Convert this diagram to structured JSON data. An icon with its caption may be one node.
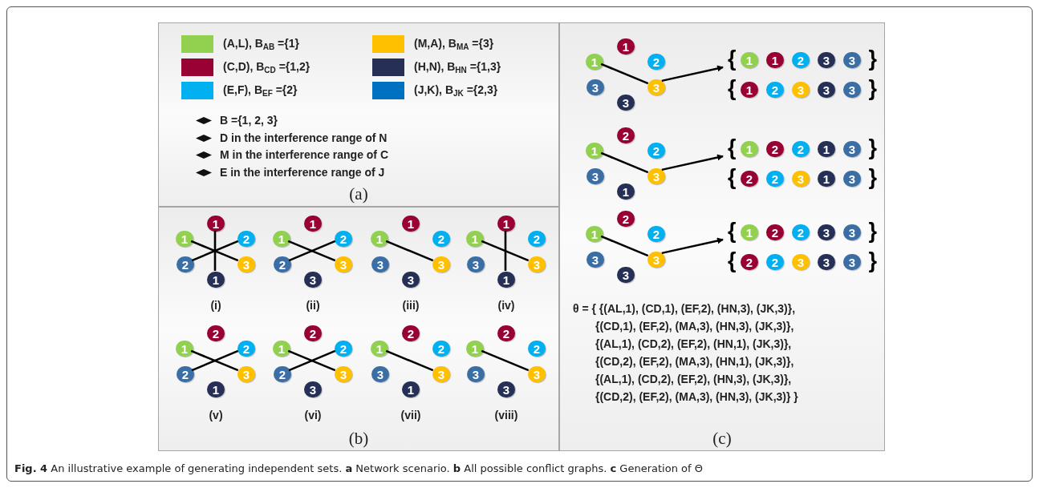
{
  "diagram": {
    "caption": "**Fig. 4** An illustrative example of generating independent sets. **a** Network scenario. **b** All possible conflict graphs. **c** Generation of Θ",
    "nodes": [
      {
        "text": [
          "(a)"
        ]
      },
      {
        "text": [
          "(b)"
        ]
      },
      {
        "text": [
          "(c)"
        ]
      },
      {
        "text": [
          "(i)"
        ],
        "in": 1
      },
      {
        "text": [
          "1"
        ],
        "in": 3
      },
      {
        "text": [
          "1"
        ],
        "in": 3
      },
      {
        "text": [
          "2"
        ],
        "in": 3
      },
      {
        "text": [
          "2"
        ],
        "in": 3
      },
      {
        "text": [
          "3"
        ],
        "in": 3
      },
      {
        "text": [
          "1"
        ],
        "in": 3
      },
      {
        "text": [
          "(ii)"
        ],
        "in": 1
      },
      {
        "text": [
          "1"
        ],
        "in": 10
      },
      {
        "text": [
          "1"
        ],
        "in": 10
      },
      {
        "text": [
          "2"
        ],
        "in": 10
      },
      {
        "text": [
          "2"
        ],
        "in": 10
      },
      {
        "text": [
          "3"
        ],
        "in": 10
      },
      {
        "text": [
          "3"
        ],
        "in": 10
      },
      {
        "text": [
          "(iii)"
        ],
        "in": 1
      },
      {
        "text": [
          "1"
        ],
        "in": 17
      },
      {
        "text": [
          "1"
        ],
        "in": 17
      },
      {
        "text": [
          "2"
        ],
        "in": 17
      },
      {
        "text": [
          "3"
        ],
        "in": 17
      },
      {
        "text": [
          "3"
        ],
        "in": 17
      },
      {
        "text": [
          "3"
        ],
        "in": 17
      },
      {
        "text": [
          "(iv)"
        ],
        "in": 1
      },
      {
        "text": [
          "1"
        ],
        "in": 24
      },
      {
        "text": [
          "1"
        ],
        "in": 24
      },
      {
        "text": [
          "2"
        ],
        "in": 24
      },
      {
        "text": [
          "3"
        ],
        "in": 24
      },
      {
        "text": [
          "3"
        ],
        "in": 24
      },
      {
        "text": [
          "1"
        ],
        "in": 24
      },
      {
        "text": [
          "(v)"
        ],
        "in": 1
      },
      {
        "text": [
          "2"
        ],
        "in": 31
      },
      {
        "text": [
          "1"
        ],
        "in": 31
      },
      {
        "text": [
          "2"
        ],
        "in": 31
      },
      {
        "text": [
          "2"
        ],
        "in": 31
      },
      {
        "text": [
          "3"
        ],
        "in": 31
      },
      {
        "text": [
          "1"
        ],
        "in": 31
      },
      {
        "text": [
          "(vi)"
        ],
        "in": 1
      },
      {
        "text": [
          "2"
        ],
        "in": 38
      },
      {
        "text": [
          "1"
        ],
        "in": 38
      },
      {
        "text": [
          "2"
        ],
        "in": 38
      },
      {
        "text": [
          "2"
        ],
        "in": 38
      },
      {
        "text": [
          "3"
        ],
        "in": 38
      },
      {
        "text": [
          "3"
        ],
        "in": 38
      },
      {
        "text": [
          "(vii)"
        ],
        "in": 1
      },
      {
        "text": [
          "2"
        ],
        "in": 45
      },
      {
        "text": [
          "1"
        ],
        "in": 45
      },
      {
        "text": [
          "2"
        ],
        "in": 45
      },
      {
        "text": [
          "3"
        ],
        "in": 45
      },
      {
        "text": [
          "3"
        ],
        "in": 45
      },
      {
        "text": [
          "1"
        ],
        "in": 45
      },
      {
        "text": [
          "(viii)"
        ],
        "in": 1
      },
      {
        "text": [
          "2"
        ],
        "in": 52
      },
      {
        "text": [
          "1"
        ],
        "in": 52
      },
      {
        "text": [
          "2"
        ],
        "in": 52
      },
      {
        "text": [
          "3"
        ],
        "in": 52
      },
      {
        "text": [
          "3"
        ],
        "in": 52
      },
      {
        "text": [
          "3"
        ],
        "in": 52
      },
      {
        "text": [
          "1"
        ],
        "in": 2
      },
      {
        "text": [
          "1"
        ],
        "in": 2
      },
      {
        "text": [
          "2"
        ],
        "in": 2
      },
      {
        "text": [
          "3"
        ],
        "in": 2
      },
      {
        "text": [
          "3"
        ],
        "in": 2
      },
      {
        "text": [
          "3"
        ],
        "in": 2
      },
      {
        "text": [
          "{",
          "}"
        ],
        "in": 2
      },
      {
        "text": [
          "1"
        ],
        "in": 65
      },
      {
        "text": [
          "1"
        ],
        "in": 65
      },
      {
        "text": [
          "2"
        ],
        "in": 65
      },
      {
        "text": [
          "3"
        ],
        "in": 65
      },
      {
        "text": [
          "3"
        ],
        "in": 65
      },
      {
        "text": [
          "{",
          "}"
        ],
        "in": 2
      },
      {
        "text": [
          "1"
        ],
        "in": 71
      },
      {
        "text": [
          "2"
        ],
        "in": 71
      },
      {
        "text": [
          "3"
        ],
        "in": 71
      },
      {
        "text": [
          "3"
        ],
        "in": 71
      },
      {
        "text": [
          "3"
        ],
        "in": 71
      },
      {
        "text": [
          "2"
        ],
        "in": 2
      },
      {
        "text": [
          "1"
        ],
        "in": 2
      },
      {
        "text": [
          "2"
        ],
        "in": 2
      },
      {
        "text": [
          "3"
        ],
        "in": 2
      },
      {
        "text": [
          "3"
        ],
        "in": 2
      },
      {
        "text": [
          "1"
        ],
        "in": 2
      },
      {
        "text": [
          "{",
          "}"
        ],
        "in": 2
      },
      {
        "text": [
          "1"
        ],
        "in": 83
      },
      {
        "text": [
          "2"
        ],
        "in": 83
      },
      {
        "text": [
          "2"
        ],
        "in": 83
      },
      {
        "text": [
          "1"
        ],
        "in": 83
      },
      {
        "text": [
          "3"
        ],
        "in": 83
      },
      {
        "text": [
          "{",
          "}"
        ],
        "in": 2
      },
      {
        "text": [
          "2"
        ],
        "in": 89
      },
      {
        "text": [
          "2"
        ],
        "in": 89
      },
      {
        "text": [
          "3"
        ],
        "in": 89
      },
      {
        "text": [
          "1"
        ],
        "in": 89
      },
      {
        "text": [
          "3"
        ],
        "in": 89
      },
      {
        "text": [
          "2"
        ],
        "in": 2
      },
      {
        "text": [
          "1"
        ],
        "in": 2
      },
      {
        "text": [
          "2"
        ],
        "in": 2
      },
      {
        "text": [
          "3"
        ],
        "in": 2
      },
      {
        "text": [
          "3"
        ],
        "in": 2
      },
      {
        "text": [
          "3"
        ],
        "in": 2
      },
      {
        "text": [
          "{",
          "}"
        ],
        "in": 2
      },
      {
        "text": [
          "1"
        ],
        "in": 101
      },
      {
        "text": [
          "2"
        ],
        "in": 101
      },
      {
        "text": [
          "2"
        ],
        "in": 101
      },
      {
        "text": [
          "3"
        ],
        "in": 101
      },
      {
        "text": [
          "3"
        ],
        "in": 101
      },
      {
        "text": [
          "{",
          "}"
        ],
        "in": 2
      },
      {
        "text": [
          "2"
        ],
        "in": 107
      },
      {
        "text": [
          "2"
        ],
        "in": 107
      },
      {
        "text": [
          "3"
        ],
        "in": 107
      },
      {
        "text": [
          "3"
        ],
        "in": 107
      },
      {
        "text": [
          "3"
        ],
        "in": 107
      }
    ],
    "edges": [
      {
        "from": 5,
        "to": 8,
        "arrow": "none"
      },
      {
        "from": 7,
        "to": 6,
        "arrow": "none"
      },
      {
        "from": 4,
        "to": 9,
        "arrow": "none"
      },
      {
        "from": 12,
        "to": 15,
        "arrow": "none"
      },
      {
        "from": 14,
        "to": 13,
        "arrow": "none"
      },
      {
        "from": 19,
        "to": 22,
        "arrow": "none"
      },
      {
        "from": 26,
        "to": 29,
        "arrow": "none"
      },
      {
        "from": 25,
        "to": 30,
        "arrow": "none"
      },
      {
        "from": 33,
        "to": 36,
        "arrow": "none"
      },
      {
        "from": 35,
        "to": 34,
        "arrow": "none"
      },
      {
        "from": 40,
        "to": 43,
        "arrow": "none"
      },
      {
        "from": 42,
        "to": 41,
        "arrow": "none"
      },
      {
        "from": 47,
        "to": 50,
        "arrow": "none"
      },
      {
        "from": 54,
        "to": 57,
        "arrow": "none"
      },
      {
        "from": 60,
        "to": 63,
        "arrow": "none"
      },
      {
        "from": 63,
        "to": 65,
        "arrow": "to"
      },
      {
        "from": 78,
        "to": 81,
        "arrow": "none"
      },
      {
        "from": 81,
        "to": 83,
        "arrow": "to"
      },
      {
        "from": 96,
        "to": 99,
        "arrow": "none"
      },
      {
        "from": 99,
        "to": 101,
        "arrow": "to"
      }
    ],
    "labels": [
      "B ={1, 2, 3}",
      "D in the interference range of N",
      "M in the interference range of C",
      "E in the interference range of J",
      "θ = { {(AL,1), (CD,1), (EF,2), (HN,3), (JK,3)},",
      "{(CD,1), (EF,2), (MA,3), (HN,3), (JK,3)},",
      "{(AL,1), (CD,2), (EF,2), (HN,1), (JK,3)},",
      "{(CD,2), (EF,2), (MA,3), (HN,1), (JK,3)},",
      "{(AL,1), (CD,2), (EF,2), (HN,3), (JK,3)},",
      "{(CD,2), (EF,2), (MA,3), (HN,3), (JK,3)} }"
    ],
    "legend": [
      {
        "text": "(A,L),  B$_{AB}$ ={1}",
        "color": "#92d050"
      },
      {
        "text": "(M,A), B$_{MA}$ ={3}",
        "color": "#ffc000"
      },
      {
        "text": "(C,D), B$_{CD}$ ={1,2}",
        "color": "#990033"
      },
      {
        "text": "(H,N),  B$_{HN}$ ={1,3}",
        "color": "#263056"
      },
      {
        "text": "(E,F),  B$_{EF}$ ={2}",
        "color": "#00b0f0"
      },
      {
        "text": "(J,K),    B$_{JK}$ ={2,3}",
        "color": "#0070c0"
      }
    ]
  }
}
